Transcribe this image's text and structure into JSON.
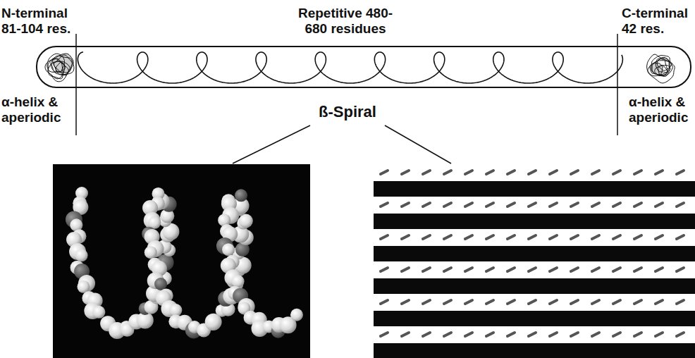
{
  "diagram": {
    "labels": [
      "N-terminal 81-104 res.",
      "Repetitive 480-680 residues",
      "C-terminal 42 res.",
      "α-helix & aperiodic",
      "ß-Spiral",
      "α-helix & aperiodic"
    ]
  }
}
